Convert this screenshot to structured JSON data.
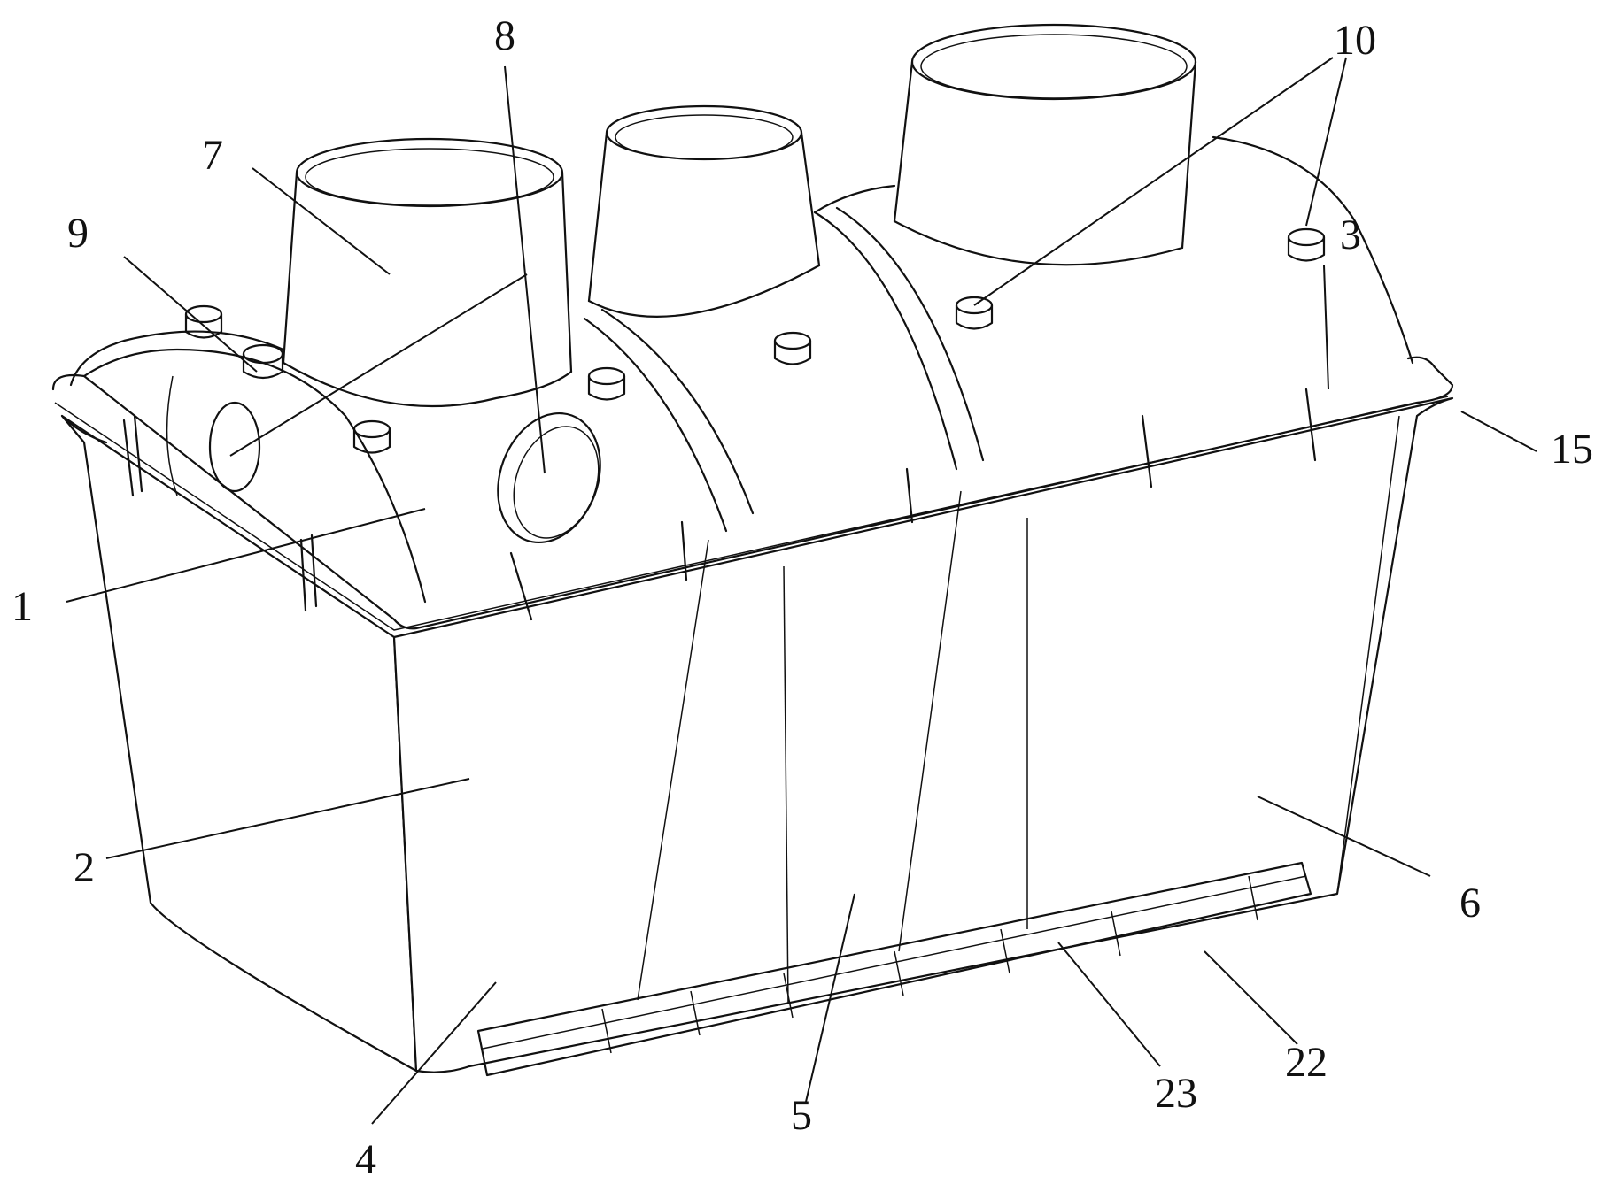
{
  "figure": {
    "callouts": [
      {
        "id": "1",
        "label": "1"
      },
      {
        "id": "2",
        "label": "2"
      },
      {
        "id": "3",
        "label": "3"
      },
      {
        "id": "4",
        "label": "4"
      },
      {
        "id": "5",
        "label": "5"
      },
      {
        "id": "6",
        "label": "6"
      },
      {
        "id": "7",
        "label": "7"
      },
      {
        "id": "8",
        "label": "8"
      },
      {
        "id": "9",
        "label": "9"
      },
      {
        "id": "10",
        "label": "10"
      },
      {
        "id": "15",
        "label": "15"
      },
      {
        "id": "22",
        "label": "22"
      },
      {
        "id": "23",
        "label": "23"
      }
    ]
  }
}
